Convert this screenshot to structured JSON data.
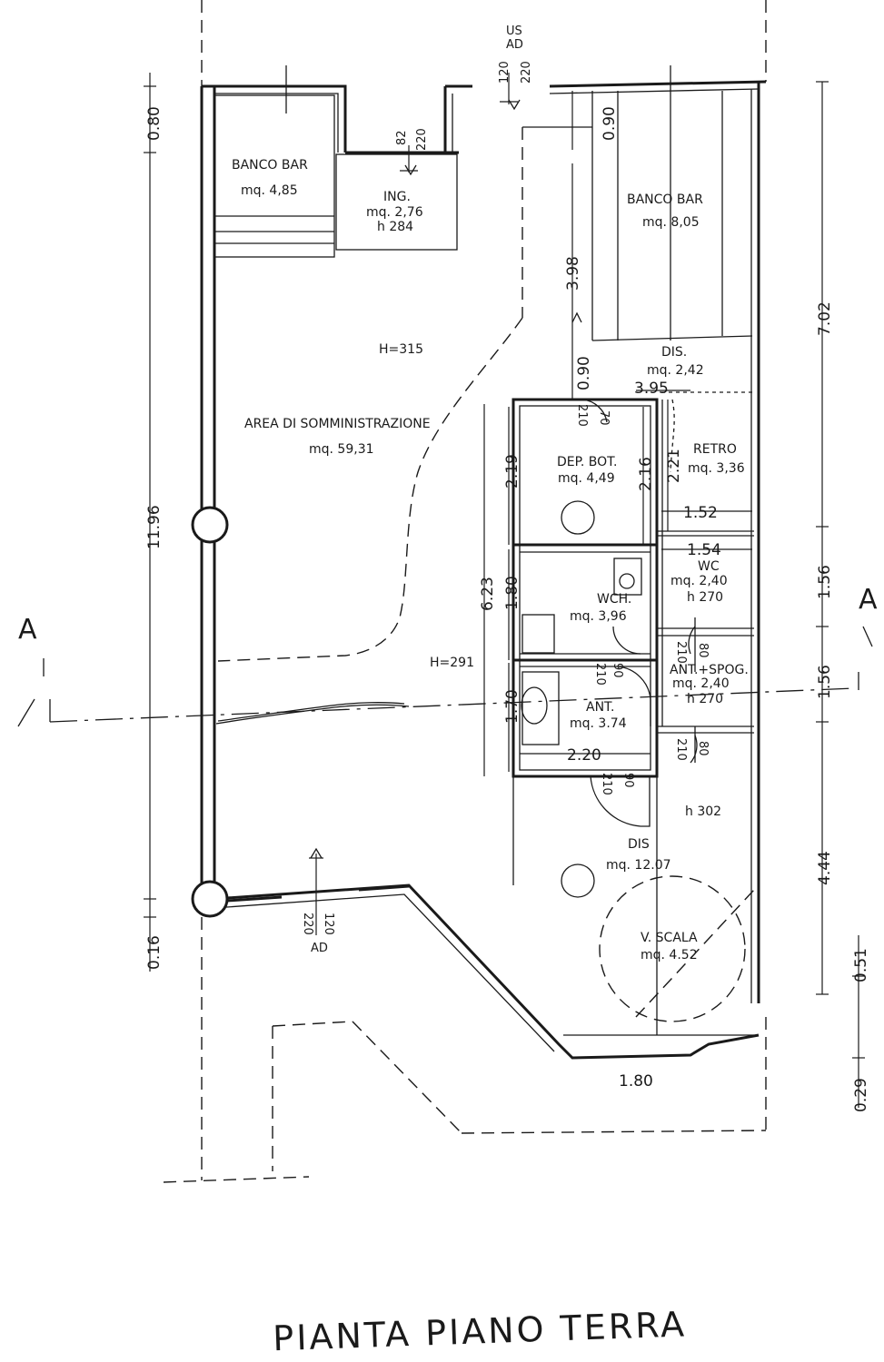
{
  "title": "PIANTA PIANO TERRA",
  "rooms": {
    "banco_bar_left": {
      "name": "BANCO BAR",
      "area": "mq. 4,85"
    },
    "ingresso": {
      "name": "ING.",
      "area": "mq. 2,76",
      "height": "h 284"
    },
    "banco_bar_right": {
      "name": "BANCO BAR",
      "area": "mq. 8,05"
    },
    "area_somministrazione": {
      "name": "AREA DI SOMMINISTRAZIONE",
      "area": "mq. 59,31"
    },
    "dis_top": {
      "name": "DIS.",
      "area": "mq. 2,42"
    },
    "dep_bot": {
      "name": "DEP. BOT.",
      "area": "mq. 4,49"
    },
    "retro": {
      "name": "RETRO",
      "area": "mq. 3,36"
    },
    "wch": {
      "name": "WCH.",
      "area": "mq. 3,96"
    },
    "wc": {
      "name": "WC",
      "area": "mq. 2,40",
      "height": "h 270"
    },
    "ant_spog": {
      "name": "ANT.+SPOG.",
      "area": "mq. 2,40",
      "height": "h 270"
    },
    "ant": {
      "name": "ANT.",
      "area": "mq. 3.74"
    },
    "dis_bottom": {
      "name": "DIS",
      "area": "mq. 12.07",
      "height": "h 302"
    },
    "v_scala": {
      "name": "V. SCALA",
      "area": "mq. 4.52"
    }
  },
  "heights": {
    "h_main": "H=315",
    "h_mid": "H=291"
  },
  "doors": {
    "us_ad": "US\nAD",
    "us_label": "US",
    "ad_label": "AD",
    "door_top_w": "120",
    "door_top_h": "220",
    "door_ing_w": "82",
    "door_ing_h": "220",
    "door_bottom_w": "120",
    "door_bottom_h": "220",
    "door_bottom_ad": "AD",
    "d_70": "70",
    "d_210a": "210",
    "d_90a": "90",
    "d_210b": "210",
    "d_80a": "80",
    "d_210c": "210",
    "d_90b": "90",
    "d_210d": "210",
    "d_80b": "80",
    "d_210e": "210"
  },
  "dimensions": {
    "left_top": "0.80",
    "left_main": "11.96",
    "left_bottom": "0.16",
    "right_main": "7.02",
    "right_156a": "1.56",
    "right_156b": "1.56",
    "right_444": "4.44",
    "right_051": "0.51",
    "right_029": "0.29",
    "top_090": "0.90",
    "v_398": "3.98",
    "v_090": "0.90",
    "h_395": "3.95",
    "v_219": "2.19",
    "v_216": "2.16",
    "v_221": "2.21",
    "h_152": "1.52",
    "h_154": "1.54",
    "v_623": "6.23",
    "v_180": "1.80",
    "v_170": "1.70",
    "h_220": "2.20",
    "h_180": "1.80"
  },
  "section_marks": {
    "left": "A",
    "right": "A"
  }
}
